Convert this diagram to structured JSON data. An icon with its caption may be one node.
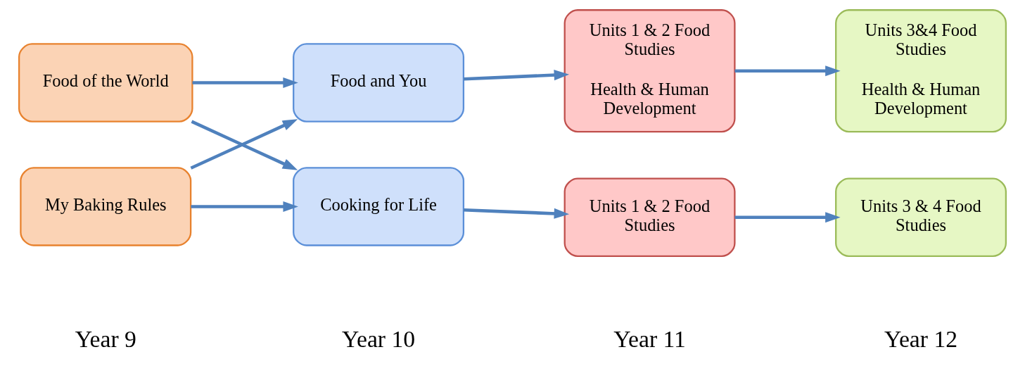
{
  "diagram": {
    "nodes": [
      {
        "text": [
          "Food of the World"
        ]
      },
      {
        "text": [
          "My Baking Rules"
        ]
      },
      {
        "text": [
          "Food and You"
        ]
      },
      {
        "text": [
          "Cooking for Life"
        ]
      },
      {
        "text": [
          "Units 1 & 2 Food Studies",
          "Health & Human Development"
        ]
      },
      {
        "text": [
          "Units 1 & 2 Food Studies"
        ]
      },
      {
        "text": [
          "Units 3&4 Food Studies",
          "Health & Human Development"
        ]
      },
      {
        "text": [
          "Units 3 & 4 Food Studies"
        ]
      }
    ],
    "edges": [
      {
        "from": 0,
        "to": 2,
        "arrow": "to"
      },
      {
        "from": 0,
        "to": 3,
        "arrow": "to"
      },
      {
        "from": 1,
        "to": 2,
        "arrow": "to"
      },
      {
        "from": 1,
        "to": 3,
        "arrow": "to"
      },
      {
        "from": 2,
        "to": 4,
        "arrow": "to"
      },
      {
        "from": 3,
        "to": 5,
        "arrow": "to"
      },
      {
        "from": 4,
        "to": 6,
        "arrow": "to"
      },
      {
        "from": 5,
        "to": 7,
        "arrow": "to"
      }
    ],
    "labels": [
      "Year 9",
      "Year 10",
      "Year 11",
      "Year 12"
    ]
  }
}
